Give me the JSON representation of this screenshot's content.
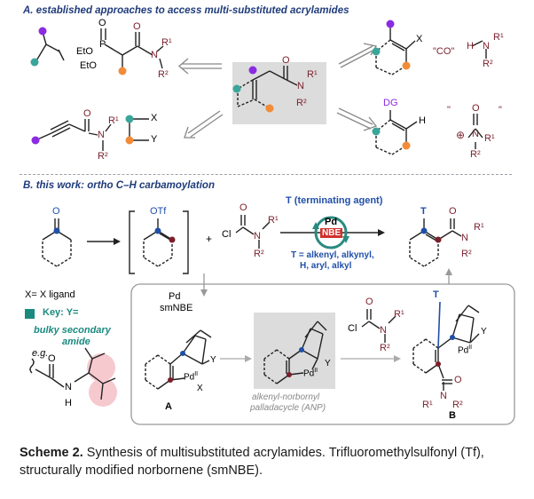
{
  "section_a": {
    "title": "A. established approaches to access multi-substituted acrylamides",
    "hwe_reagent": {
      "eto_1": "EtO",
      "eto_2": "EtO",
      "p": "P",
      "o": "O",
      "r1": "R¹",
      "r2": "R²",
      "n": "N"
    },
    "alkyne_amide": {
      "n": "N",
      "r1": "R¹",
      "r2": "R²",
      "o": "O"
    },
    "center": {
      "n": "N",
      "r1": "R¹",
      "r2": "R²",
      "o": "O"
    },
    "carbonylation": {
      "x": "X",
      "co": "\"CO\"",
      "amine_h": "H",
      "amine_n": "N",
      "r1": "R¹",
      "r2": "R²"
    },
    "difunct": {
      "x": "X",
      "y": "Y"
    },
    "dg_route": {
      "dg": "DG",
      "h": "H",
      "quote_l": "\"",
      "quote_r": "\"",
      "plus": "⊕",
      "n": "N",
      "r1": "R¹",
      "r2": "R²",
      "o": "O"
    }
  },
  "section_b": {
    "title": "B. this work: ortho C–H carbamoylation",
    "ketone_o": "O",
    "enol_otf": "OTf",
    "plus": "+",
    "carbamoyl": {
      "cl": "Cl",
      "n": "N",
      "r1": "R¹",
      "r2": "R²",
      "o": "O"
    },
    "terminating_agent": "T (terminating agent)",
    "catalyst_pd": "Pd",
    "catalyst_nbe": "NBE",
    "t_def_line1": "T = alkenyl, alkynyl,",
    "t_def_line2": "H, aryl, alkyl",
    "product": {
      "t": "T",
      "n": "N",
      "r1": "R¹",
      "r2": "R²",
      "o": "O"
    },
    "x_ligand": "X= X ligand",
    "key_label": "Key: Y=",
    "bulky_line1": "bulky secondary",
    "bulky_line2": "amide",
    "eg": "e.g.",
    "amide_o": "O",
    "amide_n": "N",
    "amide_h": "H",
    "pd_label": "Pd",
    "smnbe_label": "smNBE",
    "int_a": {
      "pd": "Pd",
      "pd_ox": "II",
      "y": "Y",
      "x": "X",
      "label": "A"
    },
    "anp": {
      "pd": "Pd",
      "pd_ox": "II",
      "y": "Y",
      "label_line1": "alkenyl-norbornyl",
      "label_line2": "palladacycle (ANP)"
    },
    "carbamoyl_2": {
      "cl": "Cl",
      "n": "N",
      "r1": "R¹",
      "r2": "R²",
      "o": "O"
    },
    "int_b": {
      "t": "T",
      "pd": "Pd",
      "pd_ox": "II",
      "y": "Y",
      "o": "O",
      "n": "N",
      "r1": "R¹",
      "r2": "R²",
      "label": "B"
    }
  },
  "caption": {
    "scheme": "Scheme 2.",
    "text": "Synthesis of multisubstituted acrylamides. Trifluoromethylsulfonyl (Tf), structurally modified norbornene (smNBE)."
  },
  "colors": {
    "purple": "#8a2be2",
    "teal": "#3aa59a",
    "orange": "#f28c38",
    "maroon": "#7a1f2b",
    "blue": "#1f4fa8",
    "red": "#d0312d",
    "gray_box": "#dcdcdc",
    "pink": "#f6c9cf",
    "key_square": "#1a8a7f"
  }
}
